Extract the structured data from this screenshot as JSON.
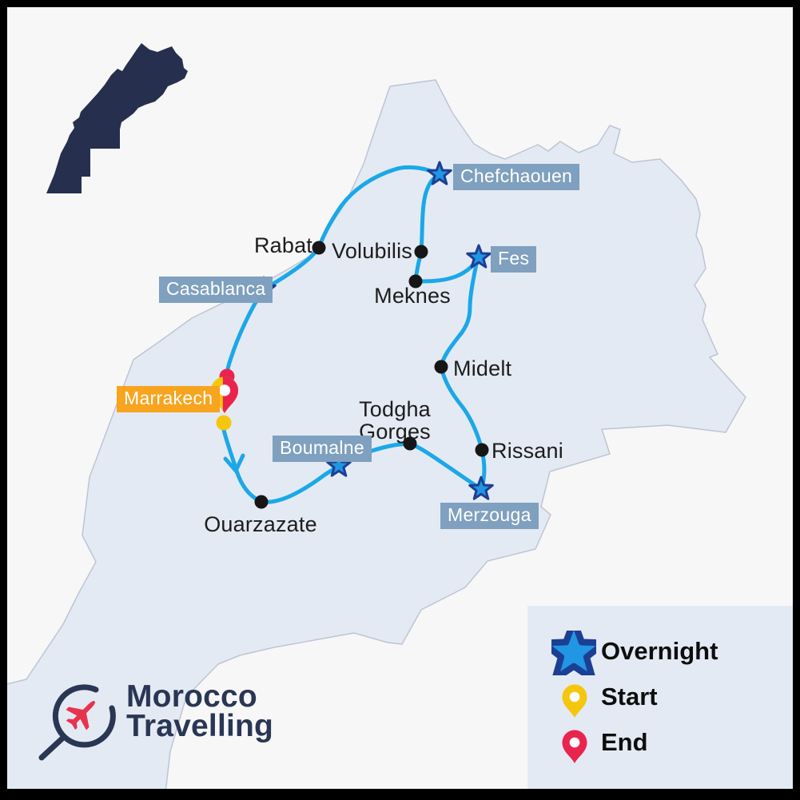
{
  "cities": [
    {
      "label": "Chefchaouen",
      "marker": "overnight-star"
    },
    {
      "label": "Rabat",
      "marker": "dot"
    },
    {
      "label": "Volubilis",
      "marker": "dot"
    },
    {
      "label": "Fes",
      "marker": "overnight-star"
    },
    {
      "label": "Meknes",
      "marker": "dot"
    },
    {
      "label": "Casablanca",
      "marker": "overnight-star"
    },
    {
      "label": "Midelt",
      "marker": "dot"
    },
    {
      "label": "Marrakech",
      "marker": "start-end-pin"
    },
    {
      "label": "Todgha Gorges",
      "marker": "dot"
    },
    {
      "label": "Boumalne",
      "marker": "overnight-star"
    },
    {
      "label": "Rissani",
      "marker": "dot"
    },
    {
      "label": "Merzouga",
      "marker": "overnight-star"
    },
    {
      "label": "Ouarzazate",
      "marker": "dot"
    }
  ],
  "legend": {
    "overnight_label": "Overnight",
    "start_label": "Start",
    "end_label": "End"
  },
  "logo": {
    "line1": "Morocco",
    "line2": "Travelling"
  },
  "colors": {
    "background": "#F7F7F8",
    "frame": "#000000",
    "map_fill": "#E4EAF3",
    "map_border": "#BDC5D3",
    "inset_fill": "#262F4D",
    "route": "#1BA8E8",
    "star_fill": "#2196E3",
    "star_stroke": "#1C3F94",
    "city_badge_bg": "#7FA0BE",
    "city_badge_text": "#FFFFFF",
    "marrakech_badge_bg": "#F7A41F",
    "city_dot": "#161616",
    "start_yellow": "#F5C60E",
    "end_red": "#E9254E",
    "legend_panel_bg": "#E4EAF3",
    "logo_navy": "#293654",
    "logo_plane_red": "#E8334F"
  }
}
